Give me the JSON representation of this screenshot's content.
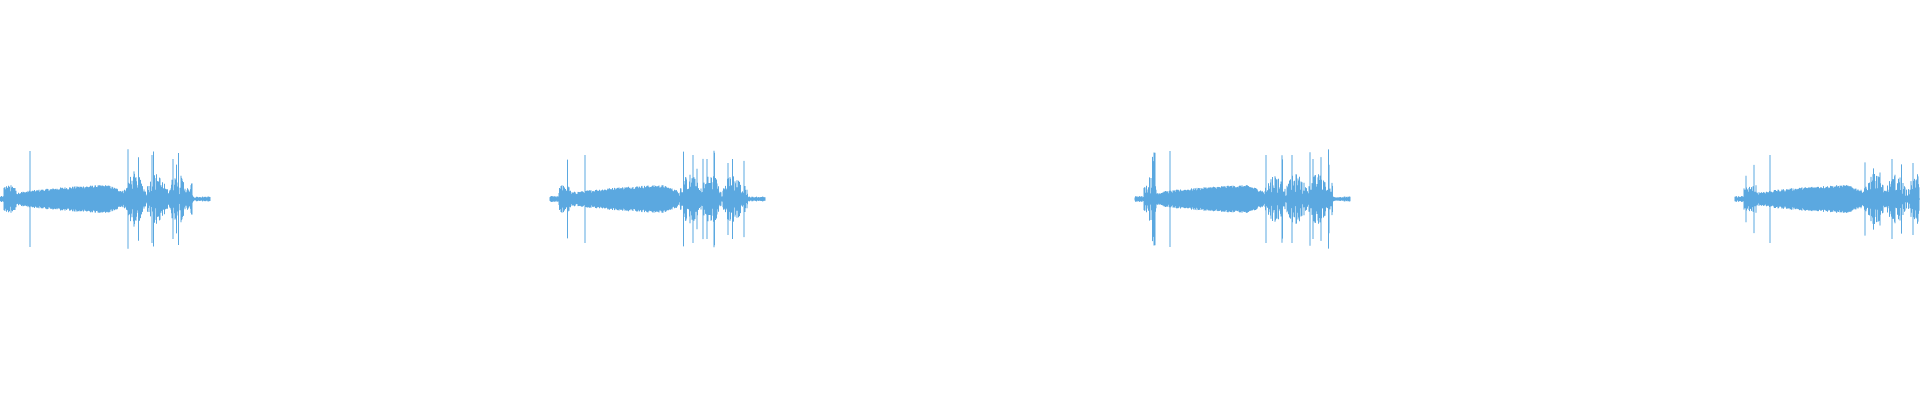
{
  "waveform": {
    "color": "#5ba8e0",
    "background": "#ffffff",
    "clip_count": 4,
    "segments_per_clip": [
      {
        "kind": "burst",
        "peak": 0.35
      },
      {
        "kind": "tone",
        "peak": 0.06
      },
      {
        "kind": "burst",
        "peak": 0.25
      },
      {
        "kind": "burst",
        "peak": 0.22
      }
    ]
  }
}
